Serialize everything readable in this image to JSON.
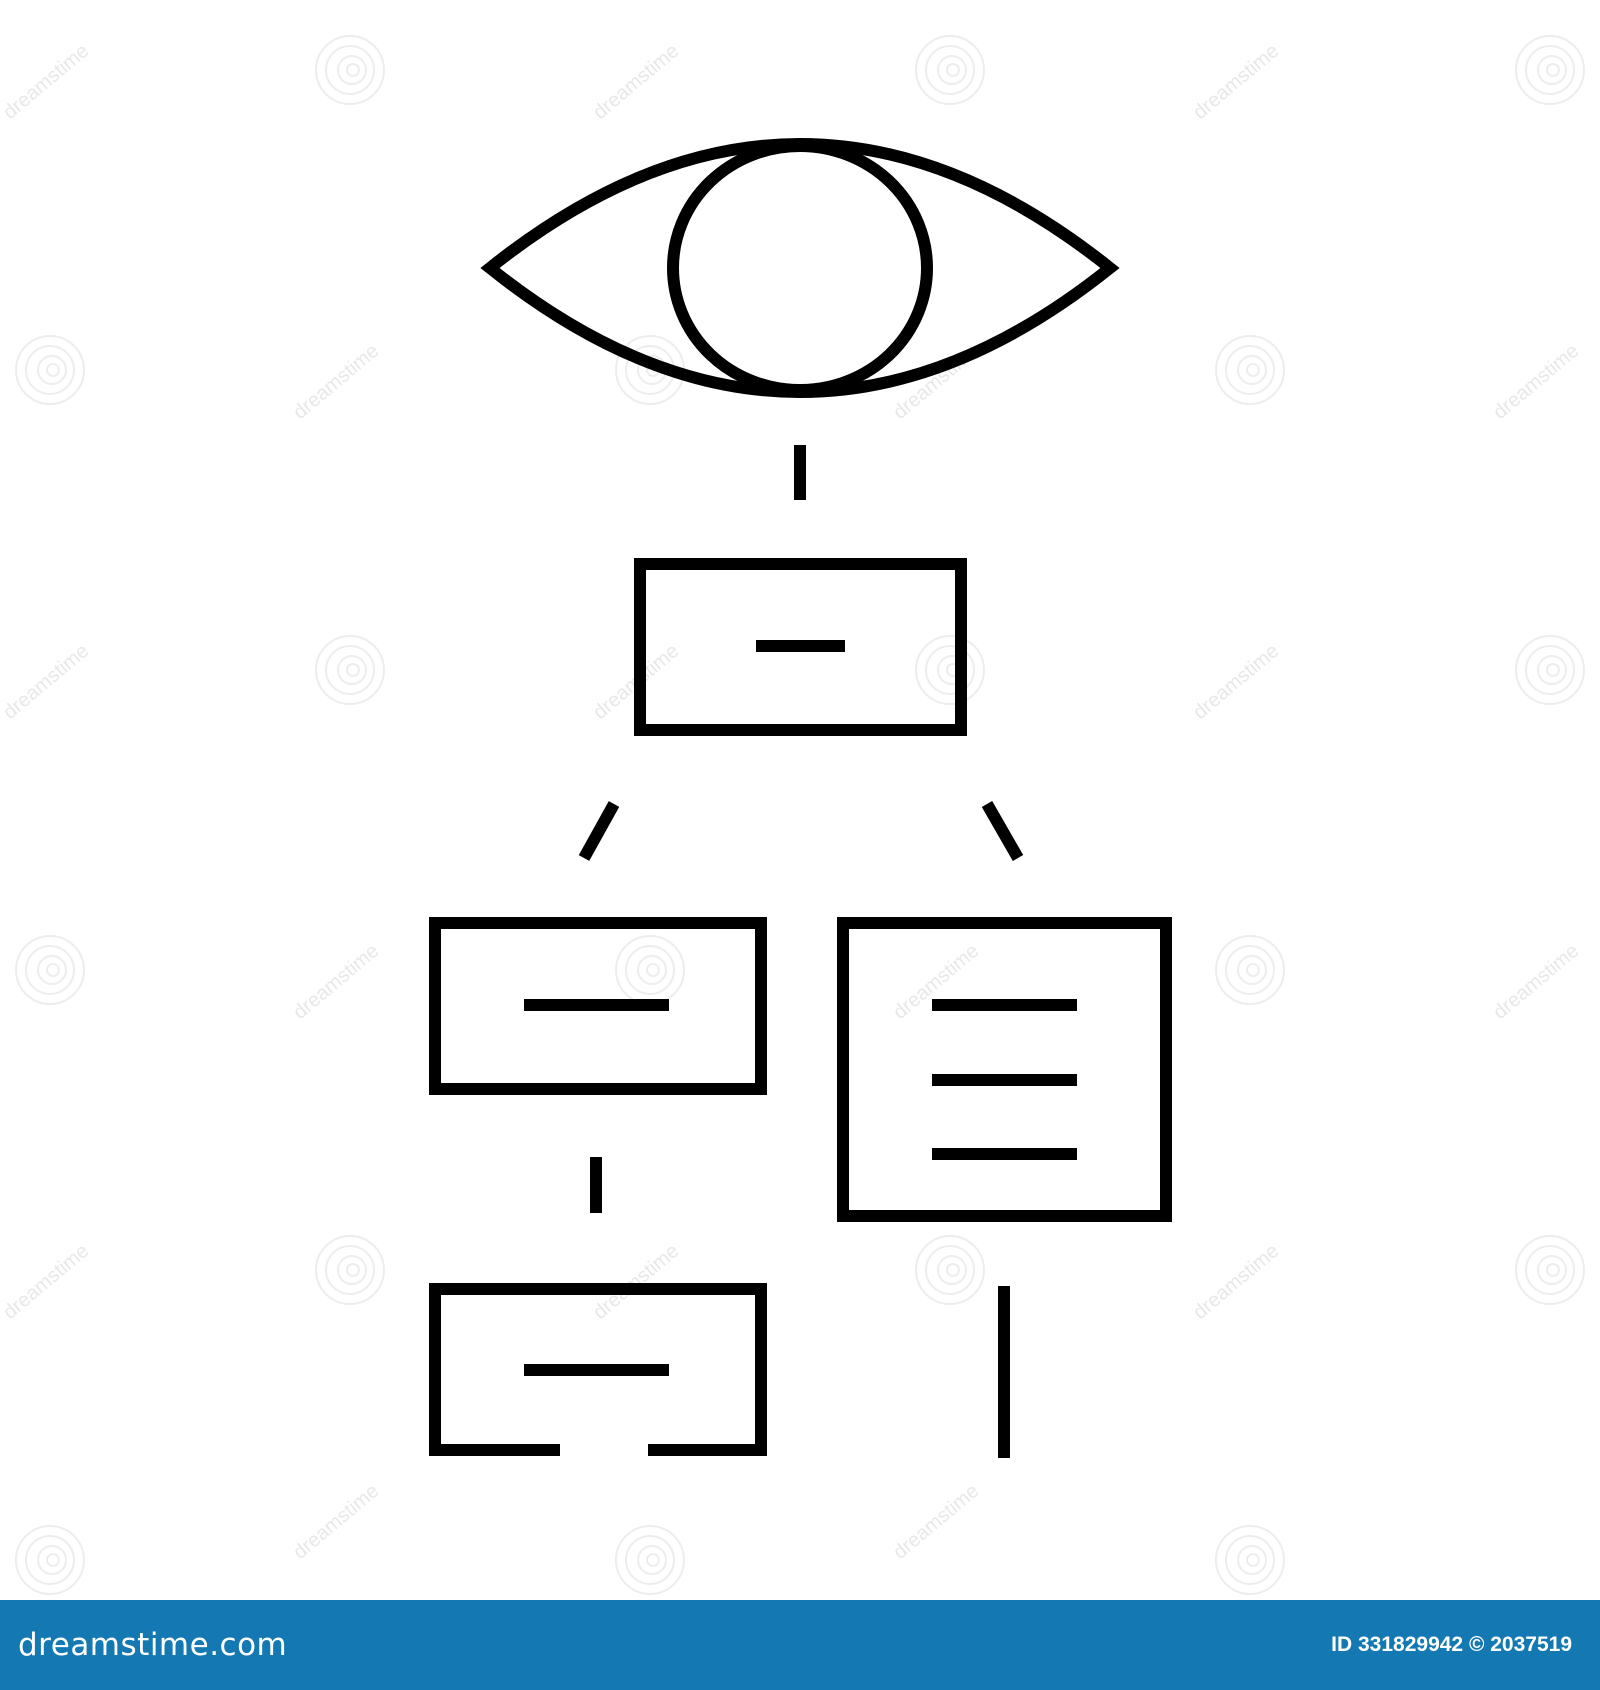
{
  "diagram": {
    "eye_icon": "eye-icon",
    "stroke_color": "#000000",
    "background_color": "#ffffff"
  },
  "footer": {
    "brand_text": "dreamstime.com",
    "image_id_text": "ID 331829942 © 2037519",
    "background_color": "#1479b2"
  },
  "watermark": {
    "text": "dreamstime",
    "color": "#e8e8e8"
  }
}
